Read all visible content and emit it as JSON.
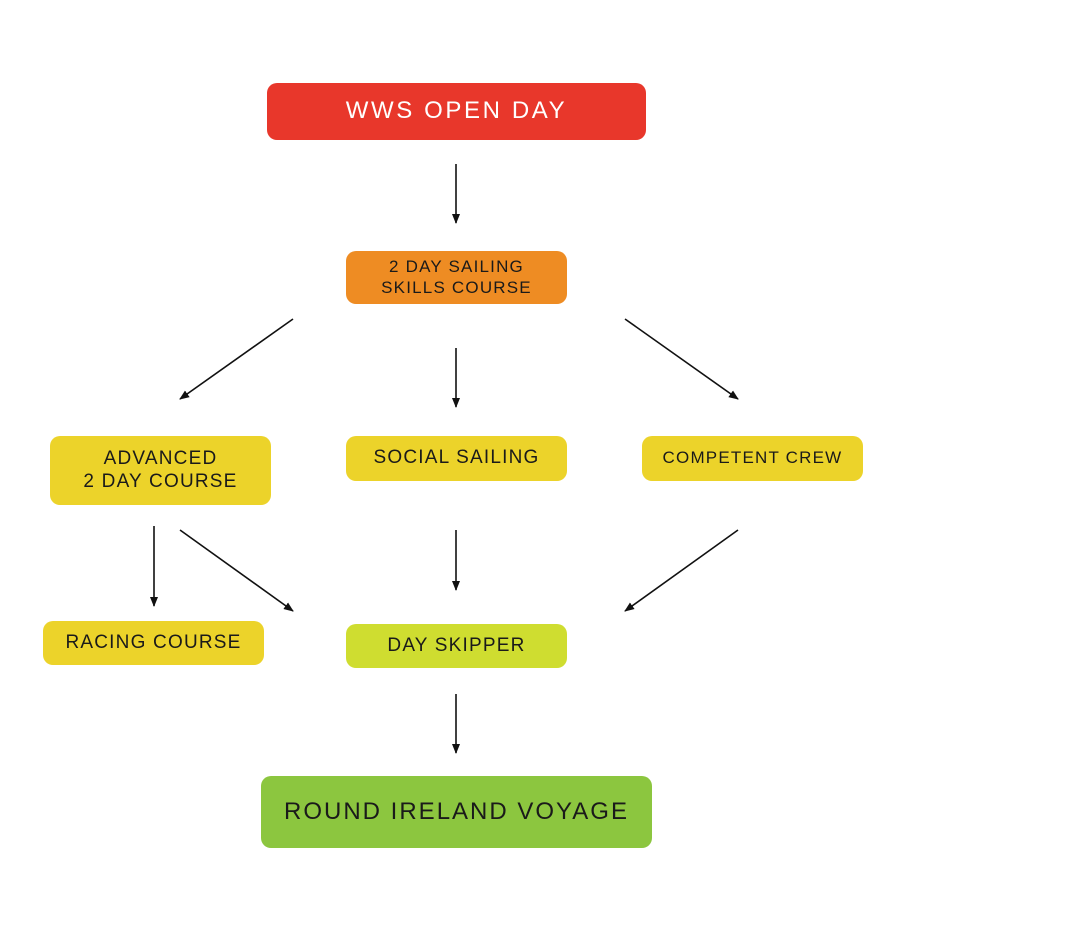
{
  "nodes": {
    "open_day": "WWS OPEN DAY",
    "sailing_skills": "2 DAY SAILING\nSKILLS COURSE",
    "advanced": "ADVANCED\n2 DAY COURSE",
    "social": "SOCIAL SAILING",
    "competent_crew": "COMPETENT CREW",
    "racing": "RACING COURSE",
    "day_skipper": "DAY SKIPPER",
    "round_ireland": "ROUND IRELAND VOYAGE"
  },
  "colors": {
    "red": "#e8372b",
    "orange": "#ee8c23",
    "yellow": "#ecd32a",
    "lime": "#cfdd30",
    "green": "#8cc63f"
  }
}
